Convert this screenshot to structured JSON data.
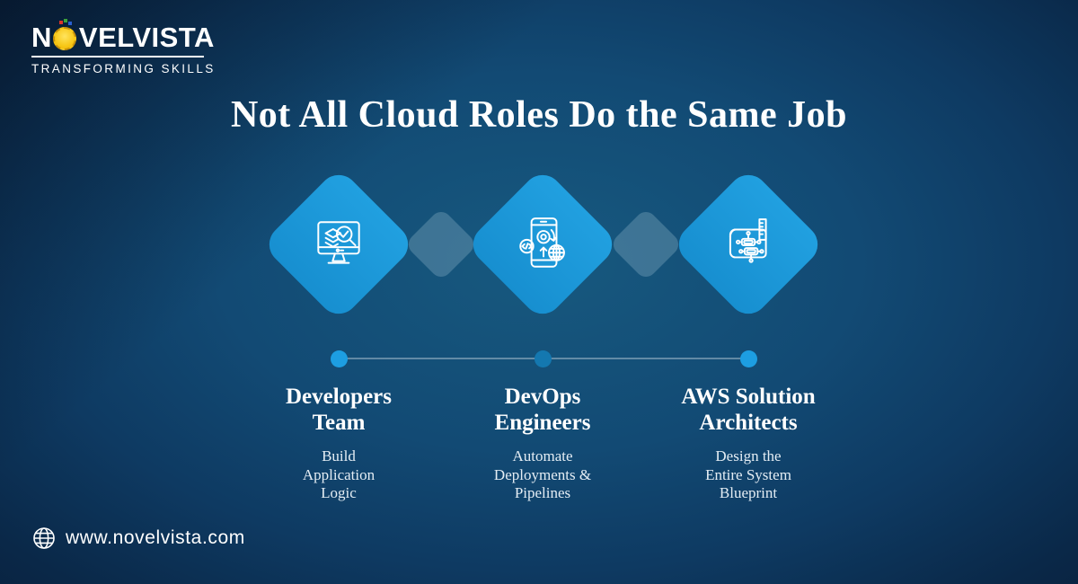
{
  "brand": {
    "name_prefix": "N",
    "name_suffix": "VELVISTA",
    "tagline": "TRANSFORMING SKILLS"
  },
  "title": "Not All Cloud Roles Do the Same Job",
  "roles": [
    {
      "heading": "Developers\nTeam",
      "description": "Build\nApplication\nLogic",
      "icon": "developer-monitor-icon"
    },
    {
      "heading": "DevOps\nEngineers",
      "description": "Automate\nDeployments &\nPipelines",
      "icon": "devops-automation-icon"
    },
    {
      "heading": "AWS Solution\nArchitects",
      "description": "Design the\nEntire System\nBlueprint",
      "icon": "architect-blueprint-icon"
    }
  ],
  "footer": {
    "website": "www.novelvista.com"
  },
  "colors": {
    "accent_blue": "#1d9ee2",
    "diamond_blue": "#1793d3",
    "mid_dot_blue": "#1478b0",
    "background_center": "#17597f",
    "background_edge": "#081f3c",
    "logo_sun_yellow": "#f7c614"
  }
}
